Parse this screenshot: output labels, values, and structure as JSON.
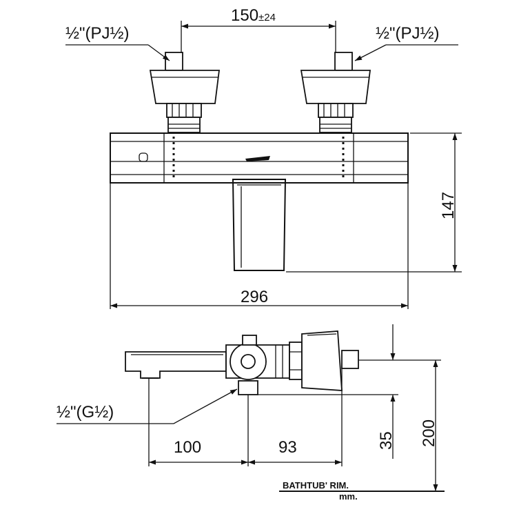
{
  "top_view": {
    "pipe_left_label": "½\"(PJ½)",
    "pipe_right_label": "½\"(PJ½)",
    "spacing_value": "150",
    "spacing_tolerance": "±24",
    "height_value": "147",
    "width_value": "296"
  },
  "side_view": {
    "outlet_label": "½\"(G½)",
    "dim_100": "100",
    "dim_93": "93",
    "dim_35": "35",
    "dim_200": "200",
    "bathtub_label": "BATHTUB' RIM.",
    "unit_label": "mm."
  }
}
